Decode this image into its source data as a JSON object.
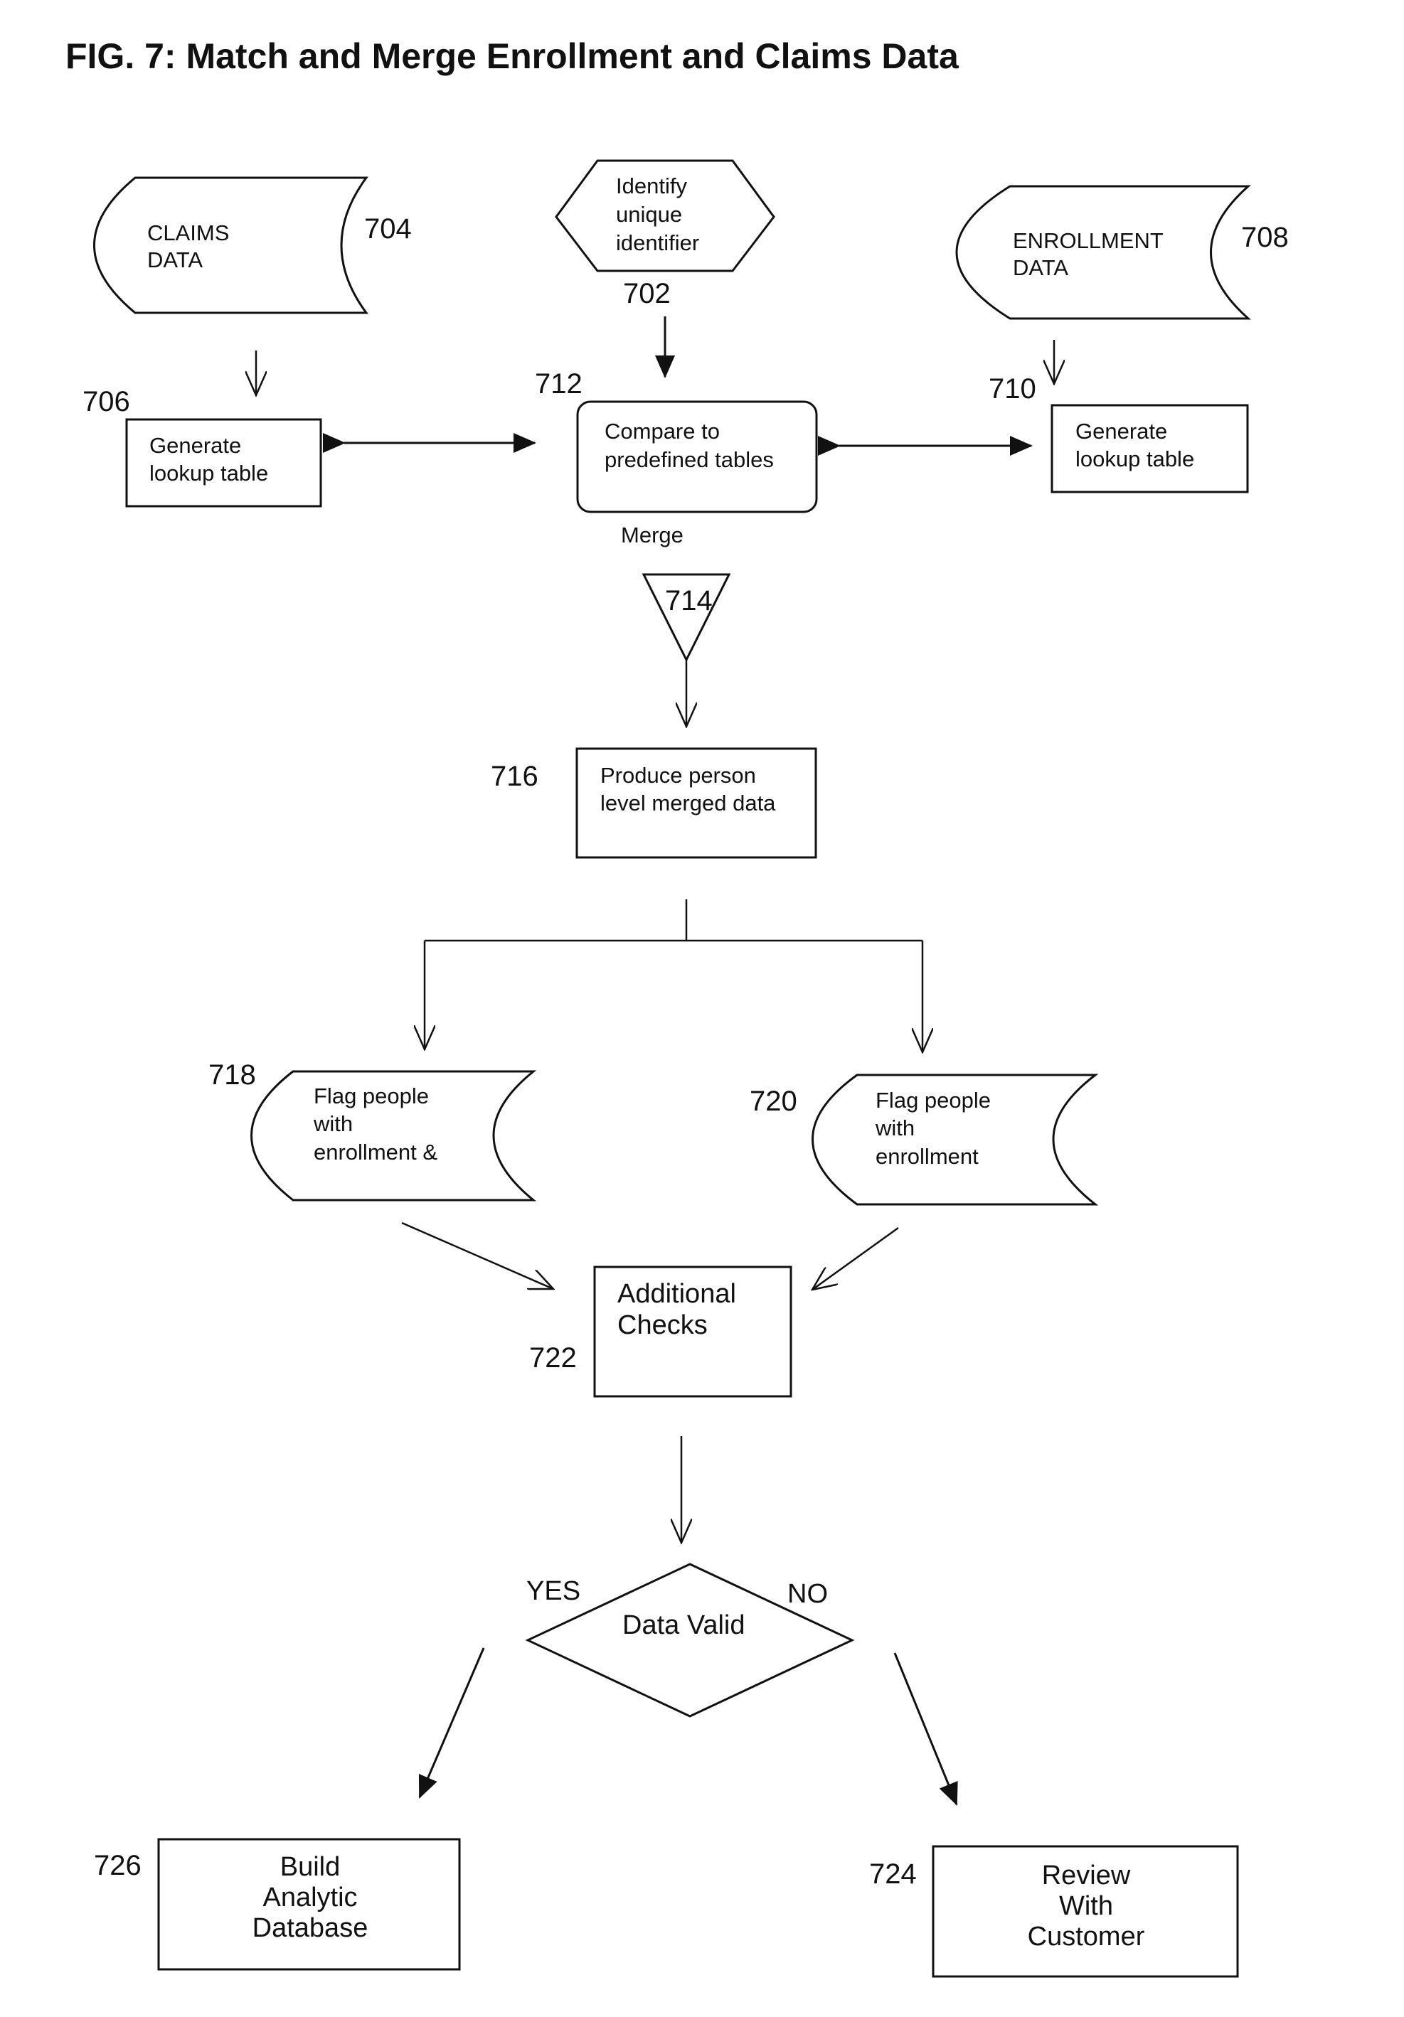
{
  "title": "FIG. 7: Match and Merge Enrollment and Claims Data",
  "nodes": {
    "claims_data": {
      "lines": [
        "CLAIMS",
        "DATA"
      ],
      "ref": "704"
    },
    "identify": {
      "lines": [
        "Identify",
        "unique",
        "identifier"
      ],
      "ref": "702"
    },
    "enrollment_data": {
      "lines": [
        "ENROLLMENT",
        "DATA"
      ],
      "ref": "708"
    },
    "lookup_left": {
      "lines": [
        "Generate",
        "lookup table"
      ],
      "ref": "706"
    },
    "compare": {
      "lines": [
        "Compare to",
        "predefined tables"
      ],
      "ref": "712"
    },
    "lookup_right": {
      "lines": [
        "Generate",
        "lookup table"
      ],
      "ref": "710"
    },
    "merge": {
      "label": "Merge",
      "ref": "714"
    },
    "produce": {
      "lines": [
        "Produce person",
        "level merged data"
      ],
      "ref": "716"
    },
    "flag_left": {
      "lines": [
        "Flag people",
        "with",
        "enrollment &"
      ],
      "ref": "718"
    },
    "flag_right": {
      "lines": [
        "Flag people",
        "with",
        "enrollment"
      ],
      "ref": "720"
    },
    "checks": {
      "lines": [
        "Additional",
        "Checks"
      ],
      "ref": "722"
    },
    "decision": {
      "label": "Data Valid",
      "yes": "YES",
      "no": "NO"
    },
    "build": {
      "lines": [
        "Build",
        "Analytic",
        "Database"
      ],
      "ref": "726"
    },
    "review": {
      "lines": [
        "Review",
        "With",
        "Customer"
      ],
      "ref": "724"
    }
  }
}
